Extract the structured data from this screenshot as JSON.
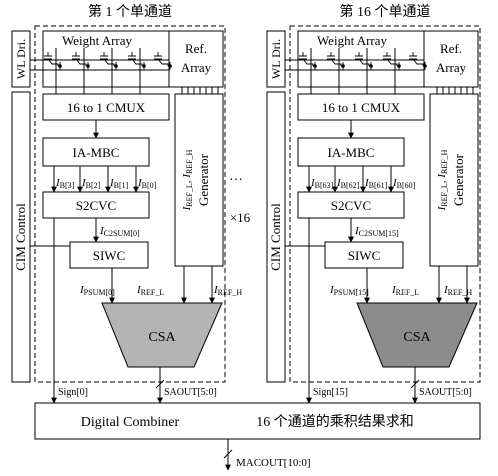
{
  "channel_left": {
    "title": "第 1 个单通道",
    "wl_driver": "WL Dri.",
    "weight_array": "Weight Array",
    "ref_array": [
      "Ref.",
      "Array"
    ],
    "cmux": "16 to 1 CMUX",
    "iambc": "IA-MBC",
    "bit_currents": [
      {
        "main": "I",
        "sub": "B[3]"
      },
      {
        "main": "I",
        "sub": "B[2]"
      },
      {
        "main": "I",
        "sub": "B[1]"
      },
      {
        "main": "I",
        "sub": "B[0]"
      }
    ],
    "s2cvc": "S2CVC",
    "c2sum": {
      "main": "I",
      "sub": "C2SUM[0]"
    },
    "siwc": "SIWC",
    "psum": {
      "main": "I",
      "sub": "PSUM[0]"
    },
    "iref_l": {
      "main": "I",
      "sub": "REF_L"
    },
    "iref_h": {
      "main": "I",
      "sub": "REF_H"
    },
    "generator": "Generator",
    "cim_control": "CIM Control",
    "csa": "CSA",
    "sign": "Sign[0]",
    "saout": "SAOUT[5:0]"
  },
  "channel_right": {
    "title": "第 16 个单通道",
    "wl_driver": "WL Dri.",
    "weight_array": "Weight Array",
    "ref_array": [
      "Ref.",
      "Array"
    ],
    "cmux": "16 to 1 CMUX",
    "iambc": "IA-MBC",
    "bit_currents": [
      {
        "main": "I",
        "sub": "B[63]"
      },
      {
        "main": "I",
        "sub": "B[62]"
      },
      {
        "main": "I",
        "sub": "B[61]"
      },
      {
        "main": "I",
        "sub": "B[60]"
      }
    ],
    "s2cvc": "S2CVC",
    "c2sum": {
      "main": "I",
      "sub": "C2SUM[15]"
    },
    "siwc": "SIWC",
    "psum": {
      "main": "I",
      "sub": "PSUM[15]"
    },
    "iref_l": {
      "main": "I",
      "sub": "REF_L"
    },
    "iref_h": {
      "main": "I",
      "sub": "REF_H"
    },
    "generator": "Generator",
    "cim_control": "CIM Control",
    "csa": "CSA",
    "sign": "Sign[15]",
    "saout": "SAOUT[5:0]"
  },
  "ellipsis": "…",
  "multiplier": "×16",
  "combiner": {
    "label": "Digital Combiner",
    "description": "16 个通道的乘积结果求和",
    "output": "MACOUT[10:0]"
  },
  "colors": {
    "csa_left": "#b4b4b4",
    "csa_right": "#8c8c8c",
    "stroke": "#000000"
  }
}
